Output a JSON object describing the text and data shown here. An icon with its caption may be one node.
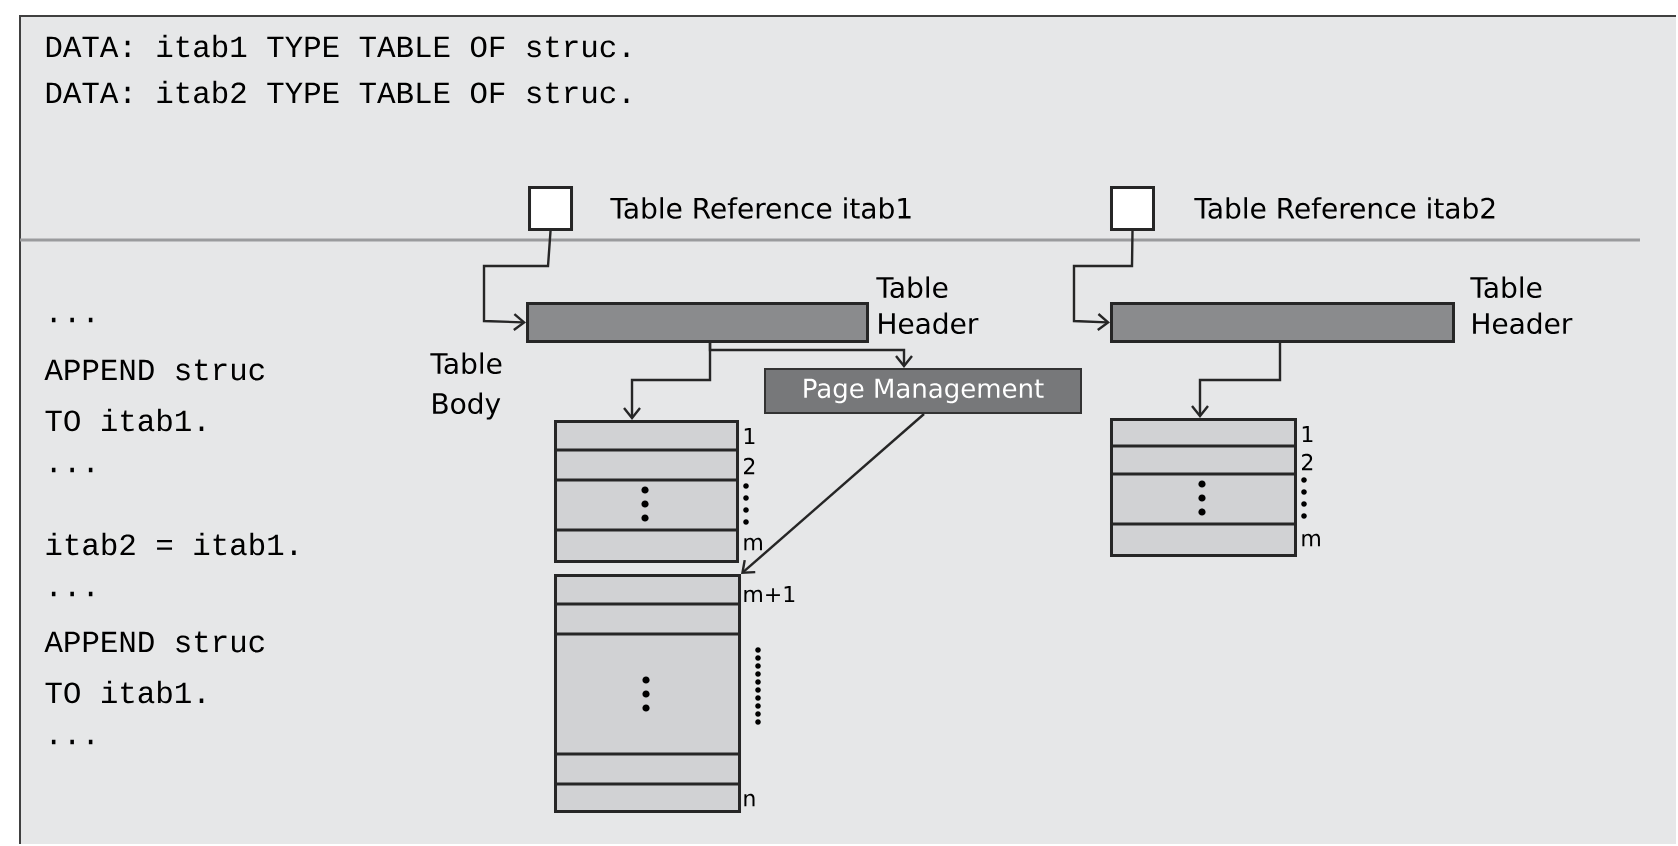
{
  "diagram": {
    "nodes": [
      {
        "text": [],
        "shape": "box",
        "beside": [
          "Table Reference itab1"
        ]
      },
      {
        "text": [],
        "shape": "bar",
        "beside": [
          "Table Header"
        ]
      },
      {
        "text": [
          "Page Management"
        ]
      },
      {
        "text": [],
        "shape": "box",
        "beside": [
          "1",
          "2",
          "m"
        ]
      },
      {
        "text": [],
        "shape": "box",
        "beside": [
          "m+1",
          "n"
        ]
      },
      {
        "text": [],
        "shape": "box",
        "beside": [
          "Table Reference itab2"
        ]
      },
      {
        "text": [],
        "shape": "bar",
        "beside": [
          "Table Header"
        ]
      },
      {
        "text": [],
        "shape": "box",
        "beside": [
          "1",
          "2",
          "m"
        ]
      }
    ],
    "edges": [
      {
        "from": 0,
        "to": 1,
        "arrow": "to"
      },
      {
        "from": 1,
        "to": 2,
        "arrow": "to"
      },
      {
        "from": 1,
        "to": 3,
        "arrow": "to"
      },
      {
        "from": 2,
        "to": 4,
        "arrow": "to"
      },
      {
        "from": 5,
        "to": 6,
        "arrow": "to"
      },
      {
        "from": 6,
        "to": 7,
        "arrow": "to"
      }
    ],
    "labels": [
      "DATA: itab1 TYPE TABLE OF struc.",
      "DATA: itab2 TYPE TABLE OF struc.",
      "...",
      "APPEND struc",
      "TO itab1.",
      "...",
      "Table Body",
      "itab2 = itab1.",
      "...",
      "APPEND struc",
      "TO itab1.",
      "..."
    ]
  }
}
